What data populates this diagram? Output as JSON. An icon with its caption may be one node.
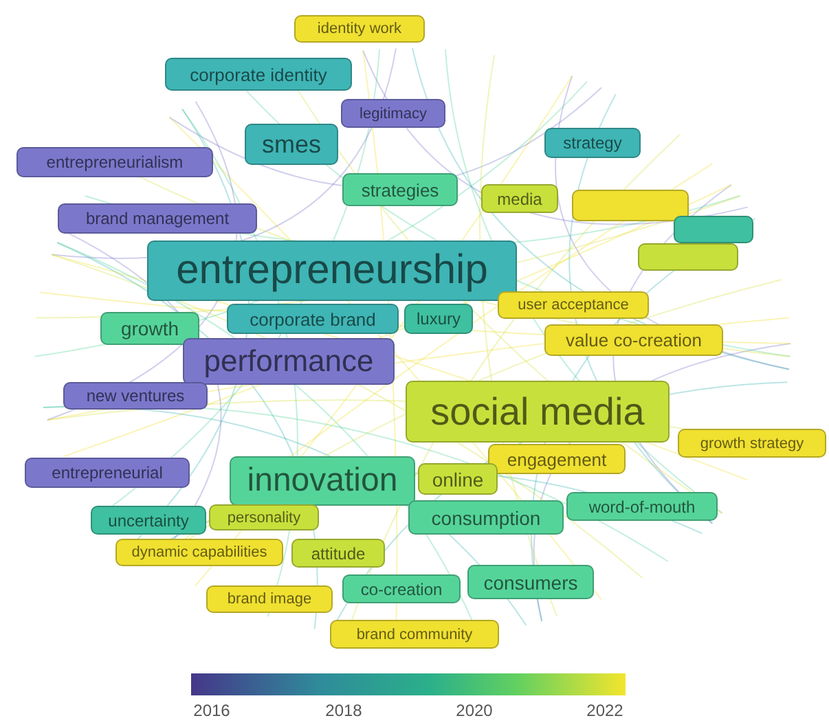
{
  "diagram": {
    "nodes": [
      {
        "text": [
          "identity work"
        ]
      },
      {
        "text": [
          "corporate identity"
        ]
      },
      {
        "text": [
          "legitimacy"
        ]
      },
      {
        "text": [
          "smes"
        ]
      },
      {
        "text": [
          "strategy"
        ]
      },
      {
        "text": [
          "entrepreneurialism"
        ]
      },
      {
        "text": [
          "strategies"
        ]
      },
      {
        "text": [
          "media"
        ]
      },
      {
        "text": [],
        "shape": "box"
      },
      {
        "text": [],
        "shape": "box"
      },
      {
        "text": [],
        "shape": "box"
      },
      {
        "text": [
          "brand management"
        ]
      },
      {
        "text": [
          "entrepreneurship"
        ]
      },
      {
        "text": [
          "corporate brand"
        ]
      },
      {
        "text": [
          "luxury"
        ]
      },
      {
        "text": [
          "user acceptance"
        ]
      },
      {
        "text": [
          "growth"
        ]
      },
      {
        "text": [
          "value co-creation"
        ]
      },
      {
        "text": [
          "performance"
        ]
      },
      {
        "text": [
          "new ventures"
        ]
      },
      {
        "text": [
          "social media"
        ]
      },
      {
        "text": [
          "growth strategy"
        ]
      },
      {
        "text": [
          "engagement"
        ]
      },
      {
        "text": [
          "entrepreneurial"
        ]
      },
      {
        "text": [
          "innovation"
        ]
      },
      {
        "text": [
          "online"
        ]
      },
      {
        "text": [
          "uncertainty"
        ]
      },
      {
        "text": [
          "personality"
        ]
      },
      {
        "text": [
          "consumption"
        ]
      },
      {
        "text": [
          "word-of-mouth"
        ]
      },
      {
        "text": [
          "dynamic capabilities"
        ]
      },
      {
        "text": [
          "attitude"
        ]
      },
      {
        "text": [
          "co-creation"
        ]
      },
      {
        "text": [
          "consumers"
        ]
      },
      {
        "text": [
          "brand image"
        ]
      },
      {
        "text": [
          "brand community"
        ]
      }
    ],
    "labels": [
      "2016",
      "2018",
      "2020",
      "2022"
    ]
  }
}
